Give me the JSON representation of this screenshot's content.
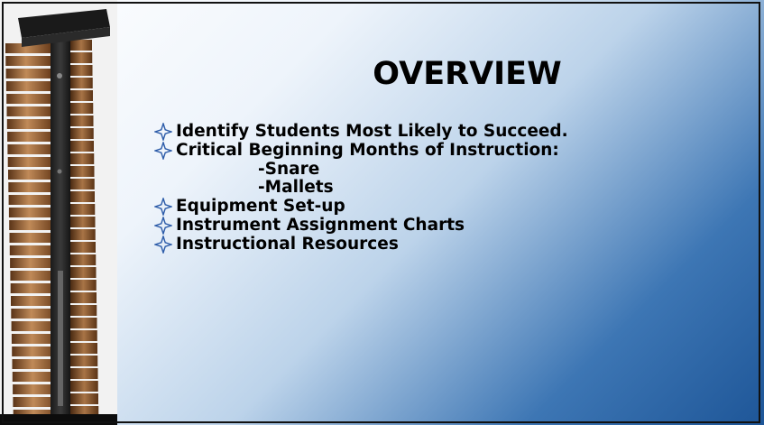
{
  "slide": {
    "title": "OVERVIEW",
    "bullets": [
      {
        "text": "Identify Students Most Likely  to Succeed.",
        "level": 1
      },
      {
        "text": "Critical Beginning Months of Instruction:",
        "level": 1
      },
      {
        "text": "-Snare",
        "level": 2
      },
      {
        "text": "-Mallets",
        "level": 2
      },
      {
        "text": "Equipment Set-up",
        "level": 1
      },
      {
        "text": "Instrument Assignment Charts",
        "level": 1
      },
      {
        "text": "Instructional Resources",
        "level": 1
      }
    ]
  },
  "icons": {
    "bullet": "four-point-star-outline-icon",
    "image": "marimba-photo"
  },
  "colors": {
    "bullet_mark": "#2a5aa8",
    "text": "#000000",
    "gradient_light": "#ffffff",
    "gradient_dark": "#1e5698"
  }
}
